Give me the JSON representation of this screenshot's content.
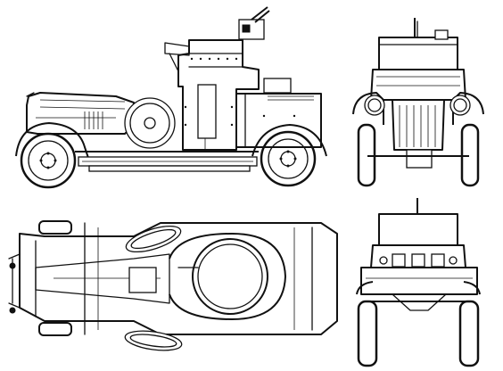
{
  "drawing": {
    "subject": "armoured-car",
    "views": [
      {
        "id": "side",
        "label": ""
      },
      {
        "id": "front",
        "label": ""
      },
      {
        "id": "top",
        "label": ""
      },
      {
        "id": "rear",
        "label": ""
      }
    ],
    "line_color": "#111111",
    "background": "#ffffff"
  }
}
